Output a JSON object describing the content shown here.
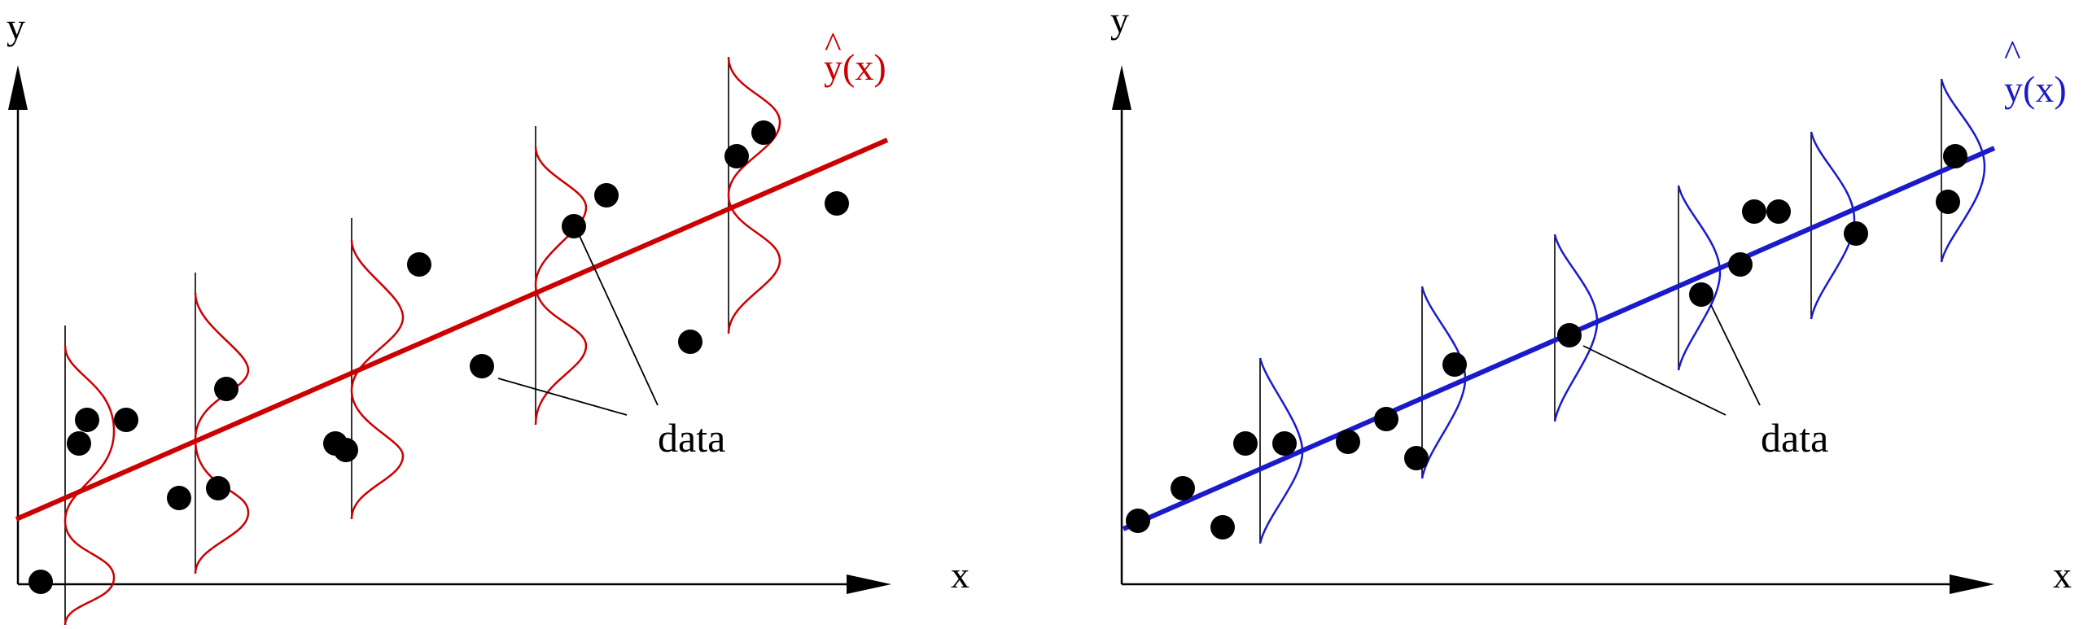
{
  "colors": {
    "left_accent": "#cc0000",
    "right_accent": "#1a1acc",
    "ink": "#000000"
  },
  "panels": [
    {
      "id": "left",
      "axis_y_label": "y",
      "axis_x_label": "x",
      "fit_label": "y(x)",
      "fit_hat": "^",
      "data_label": "data",
      "accent": "#cc0000",
      "description": "wide spread of data around the fitted line"
    },
    {
      "id": "right",
      "axis_y_label": "y",
      "axis_x_label": "x",
      "fit_label": "y(x)",
      "fit_hat": "^",
      "data_label": "data",
      "accent": "#1a1acc",
      "description": "narrow spread of data around the fitted line"
    }
  ]
}
